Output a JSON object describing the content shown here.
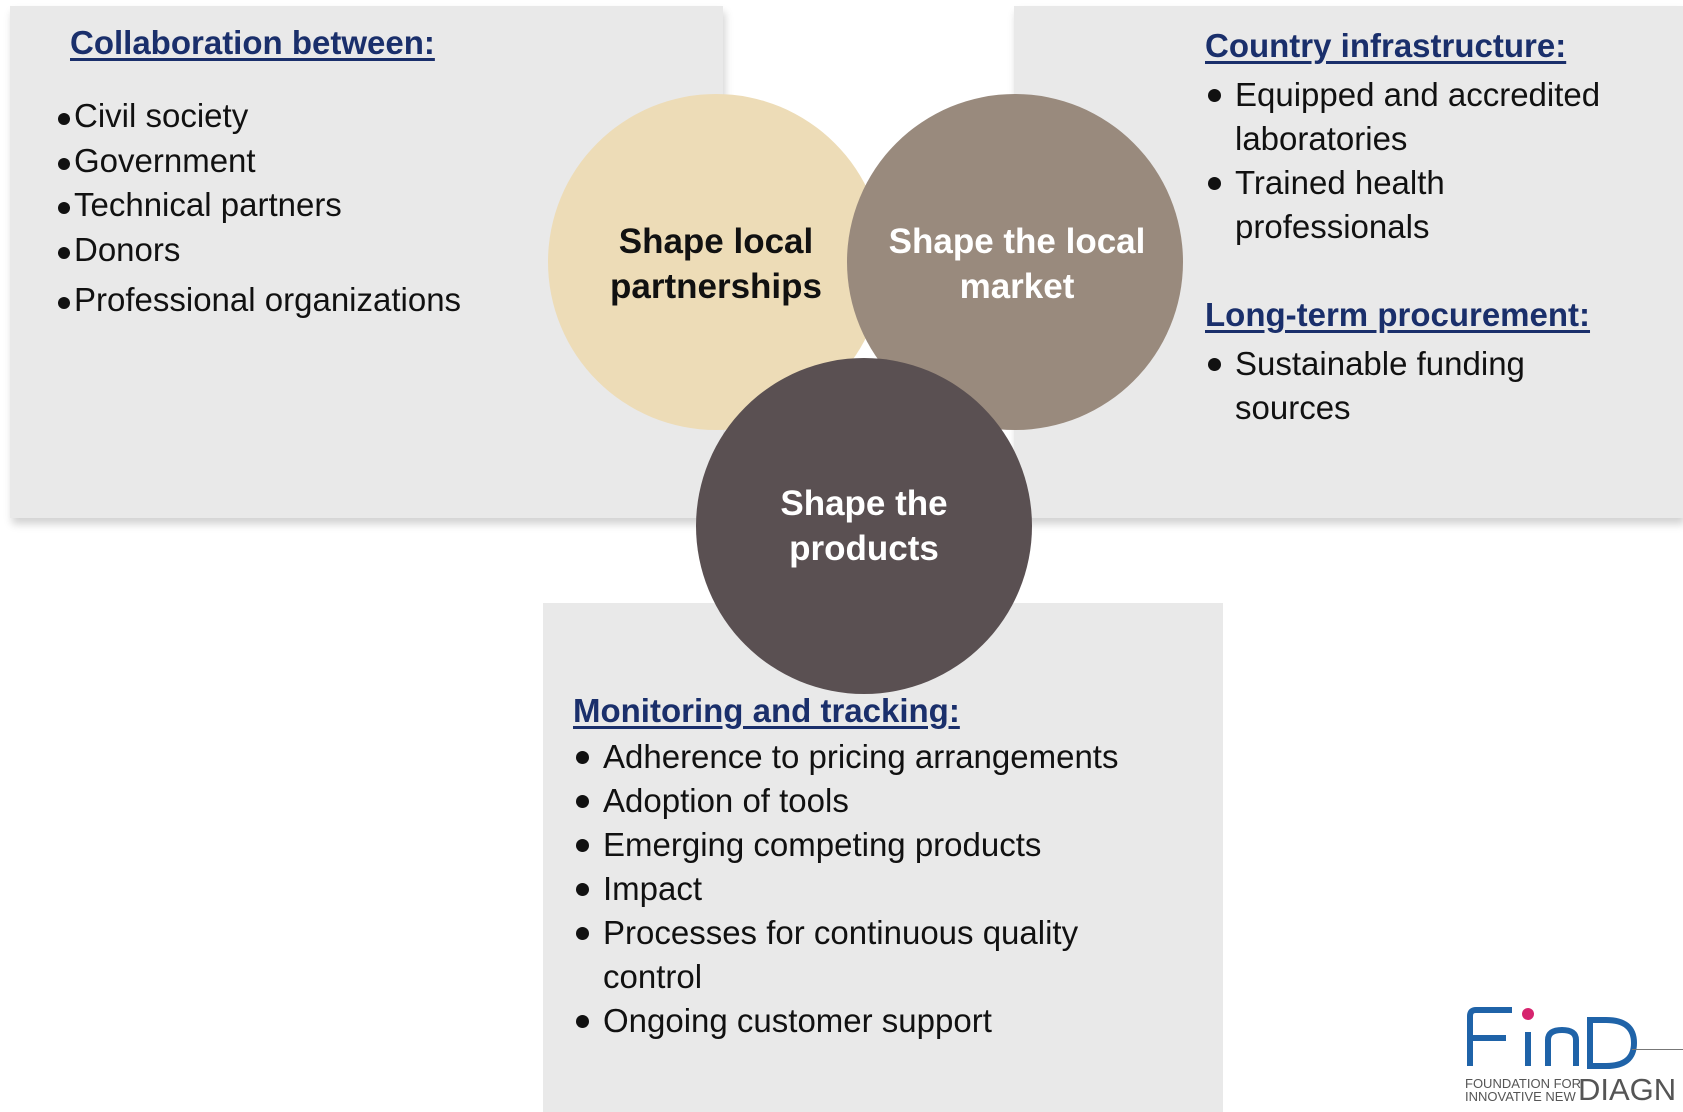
{
  "partnerships_panel": {
    "heading": "Collaboration between:",
    "items": [
      "Civil society",
      "Government",
      "Technical partners",
      "Donors",
      "Professional organizations"
    ]
  },
  "infrastructure_panel": {
    "heading": "Country infrastructure:",
    "items": [
      "Equipped and accredited laboratories",
      "Trained health professionals"
    ]
  },
  "procurement_panel": {
    "heading": "Long-term procurement:",
    "items": [
      "Sustainable funding sources"
    ]
  },
  "monitoring_panel": {
    "heading": "Monitoring and tracking:",
    "items": [
      "Adherence to pricing arrangements",
      "Adoption of tools",
      "Emerging competing products",
      "Impact",
      "Processes for continuous quality control",
      "Ongoing customer support"
    ]
  },
  "circles": {
    "partnerships": {
      "line1": "Shape local",
      "line2": "partnerships",
      "color": "#eddcb7"
    },
    "market": {
      "line1": "Shape the local",
      "line2": "market",
      "color": "#998a7d"
    },
    "products": {
      "line1": "Shape the",
      "line2": "products",
      "color": "#5a5052"
    }
  },
  "logo": {
    "word": "FIND",
    "sub_line1": "FOUNDATION FOR",
    "sub_line2": "INNOVATIVE NEW",
    "big": "DIAGN",
    "blue": "#1f63a8",
    "pink": "#d6246e"
  }
}
